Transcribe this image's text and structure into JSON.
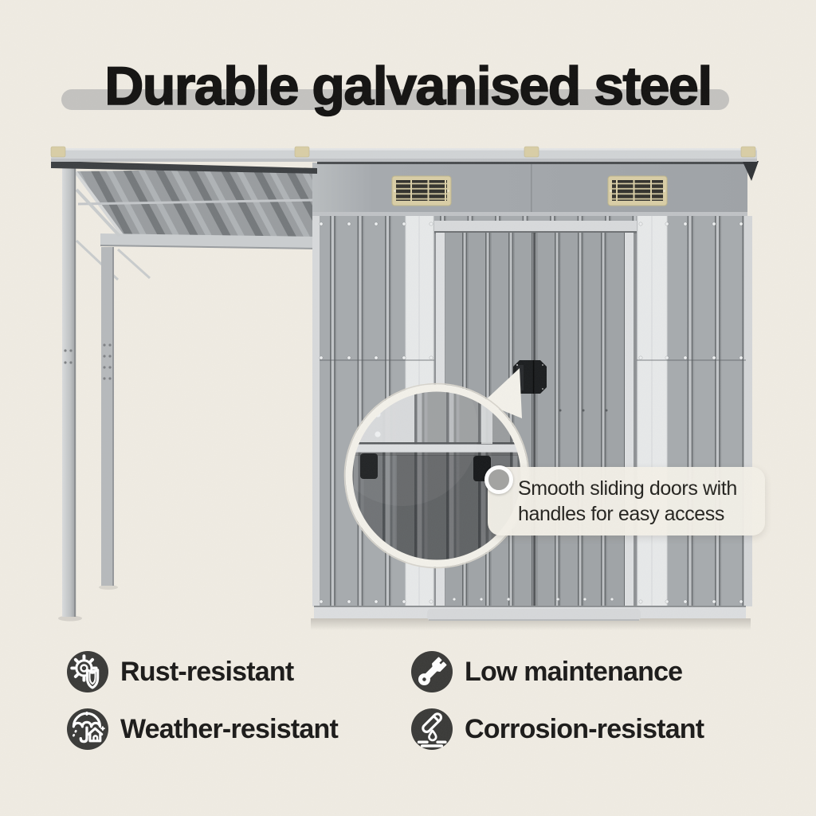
{
  "title": "Durable galvanised steel",
  "callout": {
    "line1": "Smooth sliding doors with",
    "line2": "handles for easy access"
  },
  "features": [
    {
      "icon": "gear-shield-icon",
      "label": "Rust-resistant"
    },
    {
      "icon": "wrench-icon",
      "label": "Low maintenance"
    },
    {
      "icon": "umbrella-house-icon",
      "label": "Weather-resistant"
    },
    {
      "icon": "corrosion-test-icon",
      "label": "Corrosion-resistant"
    }
  ],
  "colors": {
    "background": "#f0ece3",
    "title_text": "#131211",
    "title_underbar": "#c4c3c0",
    "feature_icon_circle": "#3a3a38",
    "vent_beige": "#d9cea6",
    "callout_background": "#f3efe7",
    "shed_gray": "#a7abae"
  }
}
